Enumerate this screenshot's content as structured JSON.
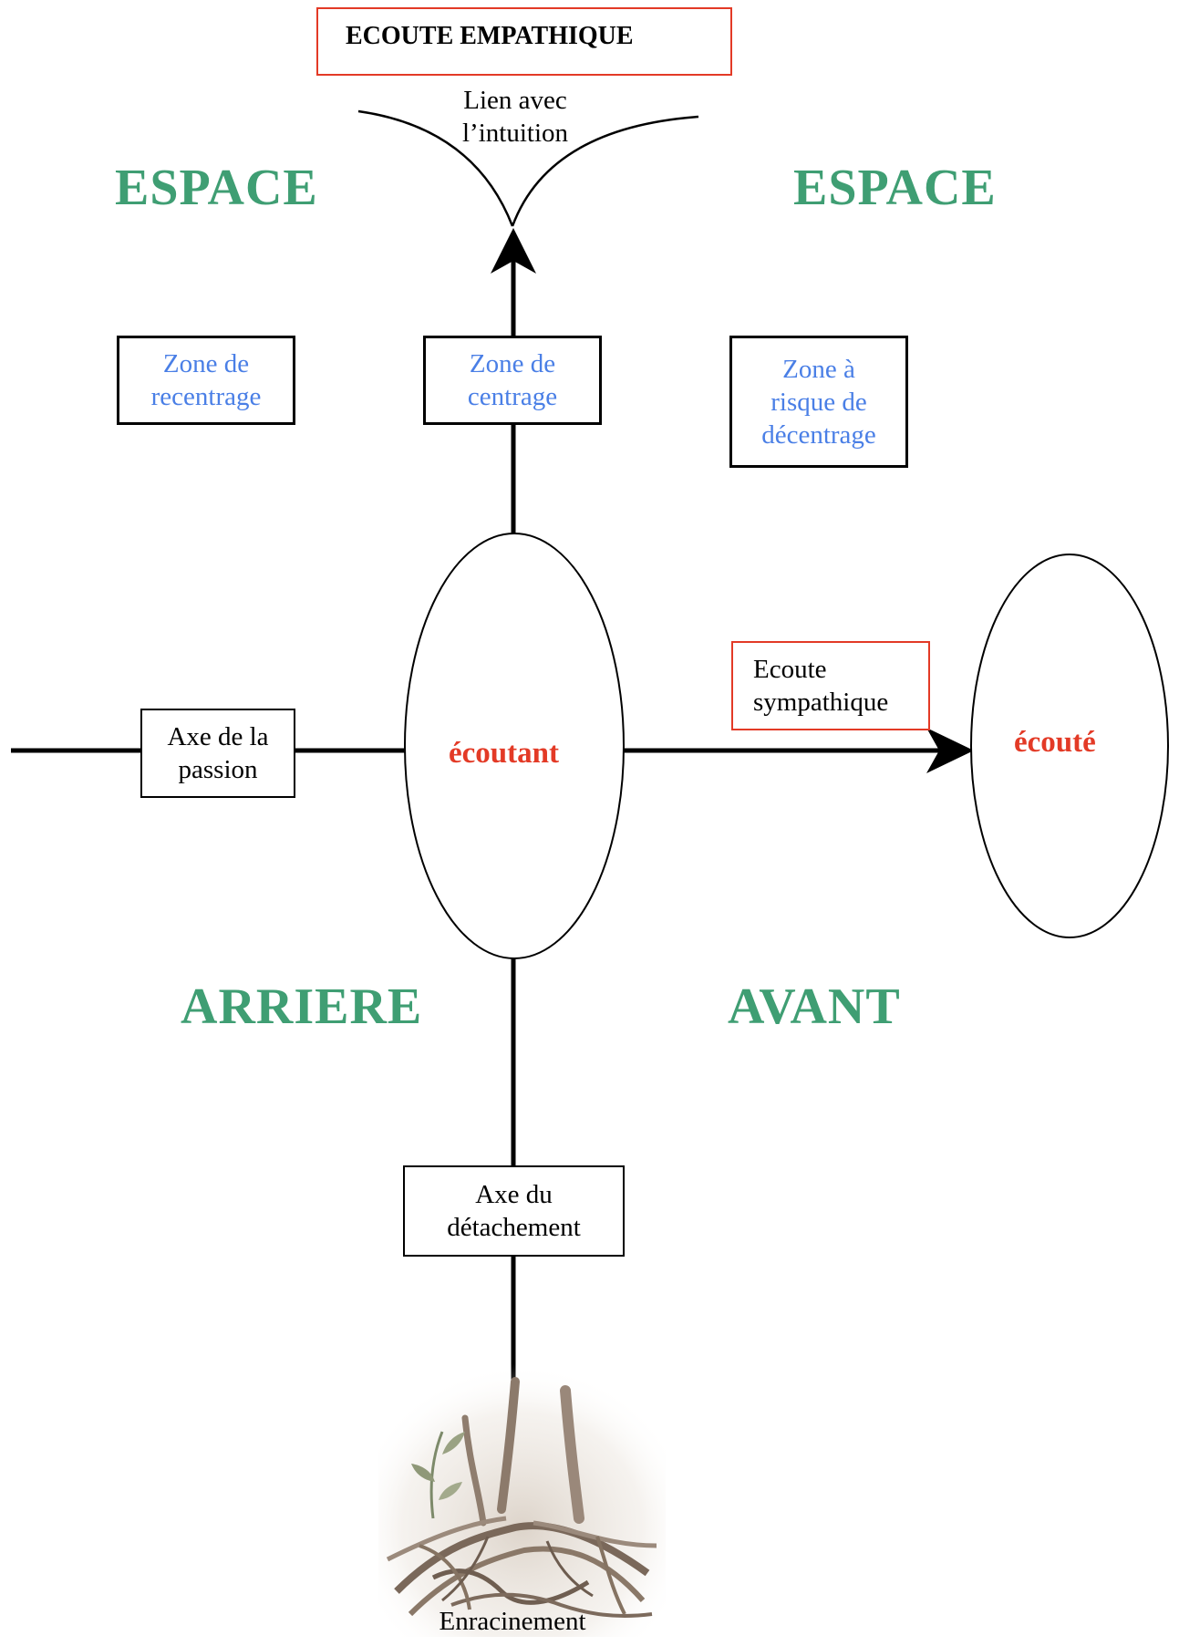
{
  "title": "ECOUTE EMPATHIQUE",
  "intuition_label": "Lien avec\nl’intuition",
  "quadrant_labels": {
    "top_left": "ESPACE",
    "top_right": "ESPACE",
    "bottom_left": "ARRIERE",
    "bottom_right": "AVANT"
  },
  "zones": {
    "recentrage": "Zone de\nrecentrage",
    "centrage": "Zone de\ncentrage",
    "decentrage": "Zone à\nrisque de\ndécentrage"
  },
  "axes": {
    "passion": "Axe de la\npassion",
    "detachement": "Axe du\ndétachement"
  },
  "ecoute_sympathique": "Ecoute\nsympathique",
  "nodes": {
    "ecoutant": "écoutant",
    "ecoute": "écouté"
  },
  "enracinement": "Enracinement",
  "colors": {
    "green": "#3f9e73",
    "blue": "#4a7fe6",
    "red": "#e33a26",
    "line": "#000000"
  },
  "icons": {
    "roots": "tree-roots-illustration"
  }
}
